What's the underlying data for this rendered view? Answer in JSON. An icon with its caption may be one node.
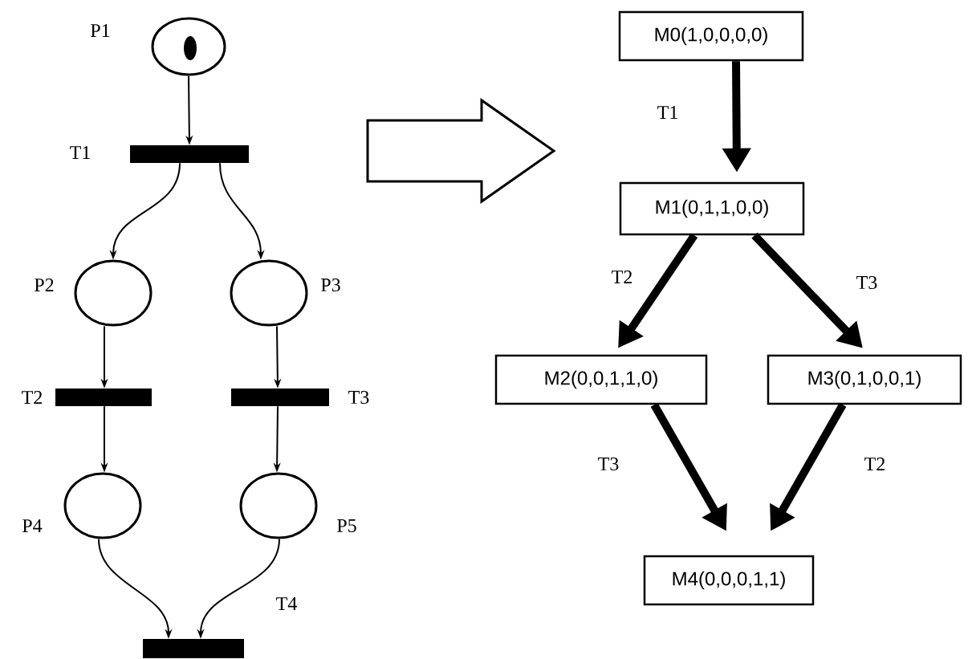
{
  "diagram": {
    "nodes": [
      {
        "text": [],
        "shape": "circle",
        "beside": [
          "P1"
        ]
      },
      {
        "text": [],
        "shape": "bar",
        "beside": [
          "T1"
        ]
      },
      {
        "text": [],
        "shape": "circle",
        "beside": [
          "P2"
        ]
      },
      {
        "text": [],
        "shape": "circle",
        "beside": [
          "P3"
        ]
      },
      {
        "text": [],
        "shape": "bar",
        "beside": [
          "T2"
        ]
      },
      {
        "text": [],
        "shape": "bar",
        "beside": [
          "T3"
        ]
      },
      {
        "text": [],
        "shape": "circle",
        "beside": [
          "P4"
        ]
      },
      {
        "text": [],
        "shape": "circle",
        "beside": [
          "P5"
        ]
      },
      {
        "text": [],
        "shape": "bar",
        "beside": [
          "T4"
        ]
      },
      {
        "text": [
          "M0(1,0,0,0,0)"
        ]
      },
      {
        "text": [
          "M1(0,1,1,0,0)"
        ]
      },
      {
        "text": [
          "M2(0,0,1,1,0)"
        ]
      },
      {
        "text": [
          "M3(0,1,0,0,1)"
        ]
      },
      {
        "text": [
          "M4(0,0,0,1,1)"
        ]
      }
    ],
    "edges": [
      {
        "from": 0,
        "to": 1,
        "arrow": "to"
      },
      {
        "from": 1,
        "to": 2,
        "arrow": "to"
      },
      {
        "from": 1,
        "to": 3,
        "arrow": "to"
      },
      {
        "from": 2,
        "to": 4,
        "arrow": "to"
      },
      {
        "from": 3,
        "to": 5,
        "arrow": "to"
      },
      {
        "from": 4,
        "to": 6,
        "arrow": "to"
      },
      {
        "from": 5,
        "to": 7,
        "arrow": "to"
      },
      {
        "from": 6,
        "to": 8,
        "arrow": "to"
      },
      {
        "from": 7,
        "to": 8,
        "arrow": "to"
      },
      {
        "from": 9,
        "to": 10,
        "arrow": "to",
        "label": "T1",
        "style": "thick"
      },
      {
        "from": 10,
        "to": 11,
        "arrow": "to",
        "label": "T2",
        "style": "thick"
      },
      {
        "from": 10,
        "to": 12,
        "arrow": "to",
        "label": "T3",
        "style": "thick"
      },
      {
        "from": 11,
        "to": 13,
        "arrow": "to",
        "label": "T3",
        "style": "thick"
      },
      {
        "from": 12,
        "to": 13,
        "arrow": "to",
        "label": "T2",
        "style": "thick"
      }
    ]
  }
}
